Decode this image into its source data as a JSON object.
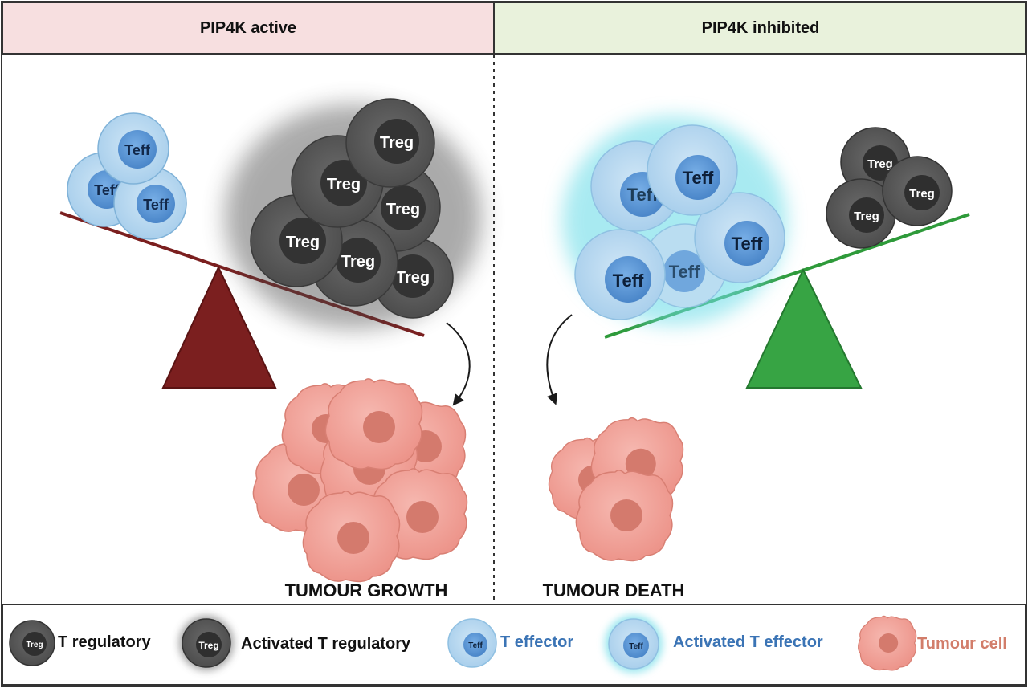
{
  "panels": {
    "left": {
      "header": "PIP4K active",
      "outcome": "TUMOUR GROWTH"
    },
    "right": {
      "header": "PIP4K inhibited",
      "outcome": "TUMOUR DEATH"
    }
  },
  "cell_labels": {
    "treg": "Treg",
    "teff": "Teff"
  },
  "legend": {
    "t_regulatory": "T regulatory",
    "activated_t_regulatory": "Activated T regulatory",
    "t_effector": "T effector",
    "activated_t_effector": "Activated T effector",
    "tumour_cell": "Tumour cell"
  },
  "colors": {
    "left_header_bg": "#f7dfe0",
    "right_header_bg": "#e9f2dc",
    "left_scale": "#7b1f1f",
    "right_scale": "#2e9a3a",
    "treg_outer": "#555555",
    "treg_nucleus": "#2f2f2f",
    "teff_outer": "#b9d9ef",
    "teff_nucleus": "#5e9ad8",
    "teff_label_legend": "#3b74b5",
    "tumour_cell": "#f2a29a",
    "tumour_nucleus": "#d47a6d",
    "tumour_label": "#d27d6a"
  },
  "icons": {
    "balance": "balance-scale-icon",
    "arrow": "curved-arrow-icon"
  }
}
